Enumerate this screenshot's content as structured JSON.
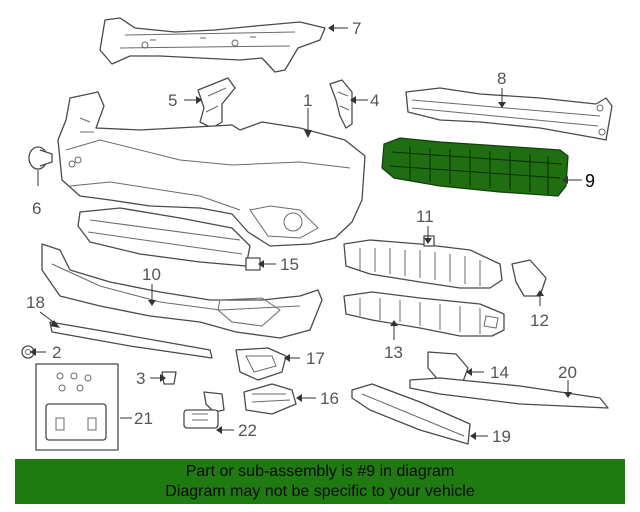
{
  "diagram": {
    "highlight_color": "#1f6e12",
    "callouts": {
      "c1": "1",
      "c2": "2",
      "c3": "3",
      "c4": "4",
      "c5": "5",
      "c6": "6",
      "c7": "7",
      "c8": "8",
      "c9": "9",
      "c10": "10",
      "c11": "11",
      "c12": "12",
      "c13": "13",
      "c14": "14",
      "c15": "15",
      "c16": "16",
      "c17": "17",
      "c18": "18",
      "c19": "19",
      "c20": "20",
      "c21": "21",
      "c22": "22"
    }
  },
  "banner": {
    "line1": "Part or sub-assembly is #9 in diagram",
    "line2": "Diagram may not be specific to your vehicle",
    "color": "#1f7a12"
  }
}
